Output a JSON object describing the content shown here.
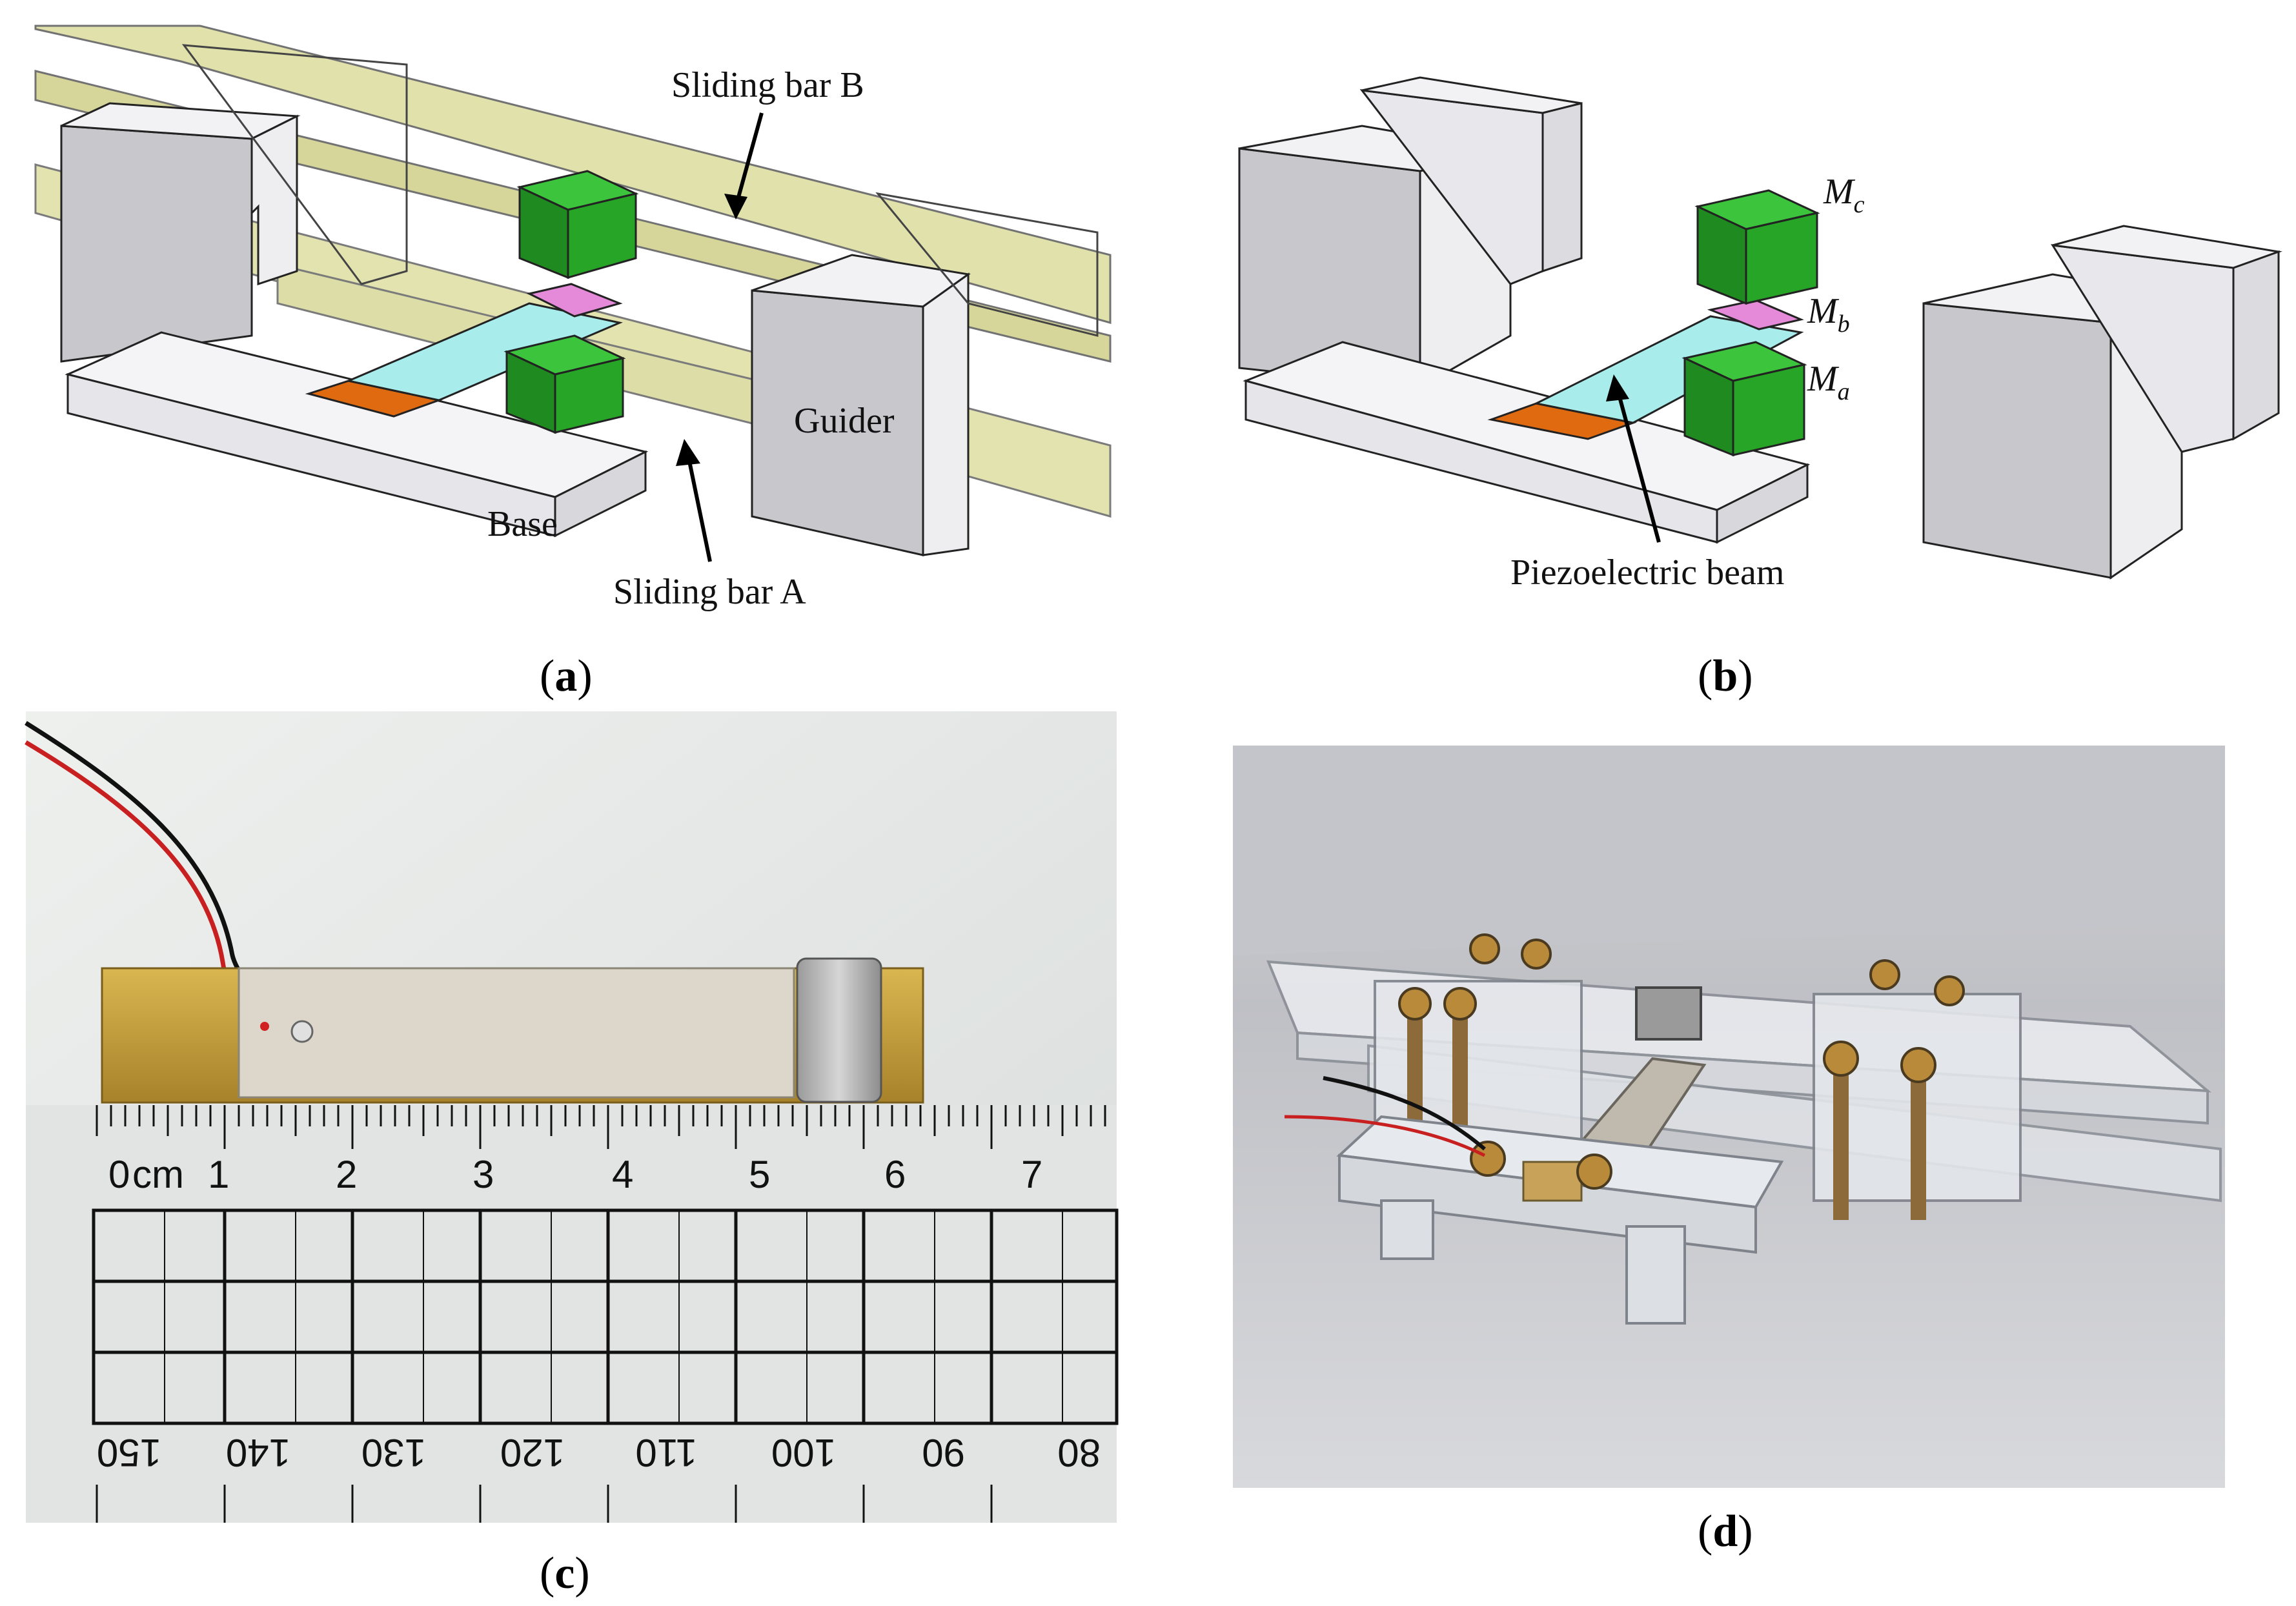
{
  "panel_a": {
    "tag_open": "(",
    "tag_letter": "a",
    "tag_close": ")",
    "labels": {
      "sliding_bar_b": "Sliding bar B",
      "guider": "Guider",
      "base": "Base",
      "sliding_bar_a": "Sliding bar A"
    }
  },
  "panel_b": {
    "tag_open": "(",
    "tag_letter": "b",
    "tag_close": ")",
    "labels": {
      "mc_main": "M",
      "mc_sub": "c",
      "mb_main": "M",
      "mb_sub": "b",
      "ma_main": "M",
      "ma_sub": "a",
      "piezo_beam": "Piezoelectric beam"
    }
  },
  "panel_c": {
    "tag_open": "(",
    "tag_letter": "c",
    "tag_close": ")",
    "ruler_top": [
      "0",
      "cm",
      "1",
      "2",
      "3",
      "4",
      "5",
      "6",
      "7"
    ],
    "ruler_bottom": [
      "150",
      "140",
      "130",
      "120",
      "110",
      "100",
      "90",
      "80"
    ]
  },
  "panel_d": {
    "tag_open": "(",
    "tag_letter": "d",
    "tag_close": ")"
  },
  "colors": {
    "guider_front": "#c8c8cc",
    "guider_light": "#f2f2f4",
    "sliding_bar": "#d8d890",
    "mass_green": "#1f8a1f",
    "mass_green_light": "#3cc43c",
    "beam_cyan": "#a8ecec",
    "clamp_orange": "#e06a10",
    "tip_magnet_pink": "#e58ad8",
    "brass": "#c9a23a"
  }
}
